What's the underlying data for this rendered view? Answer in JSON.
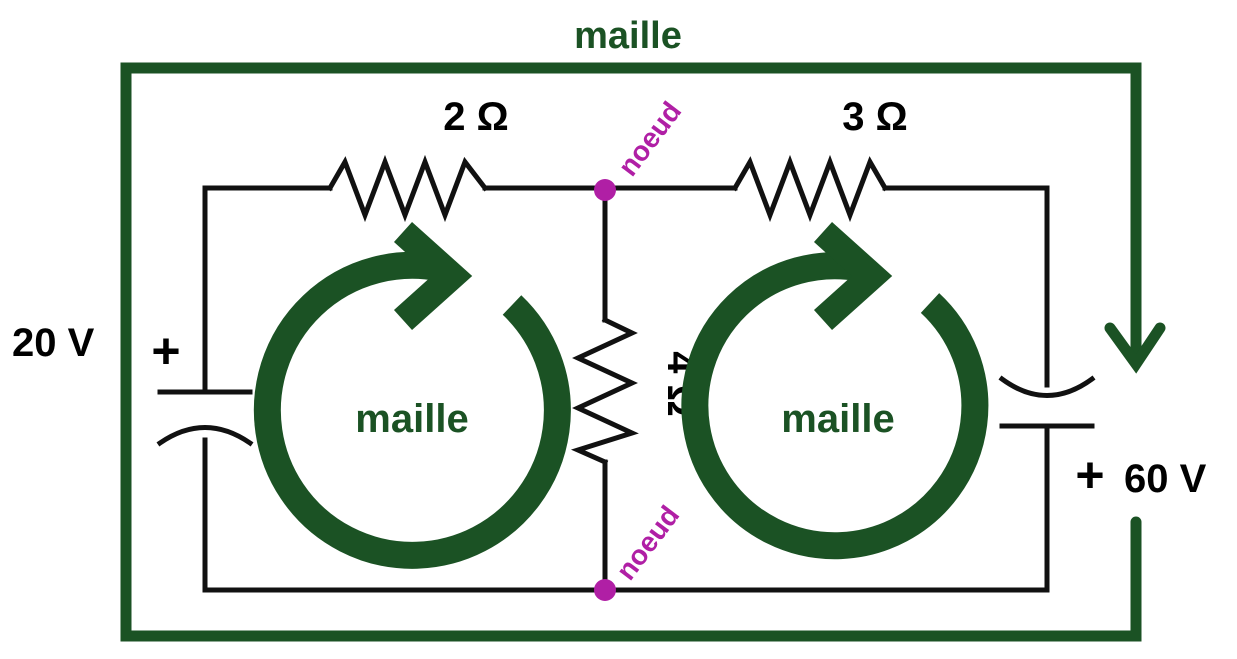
{
  "labels": {
    "outer_loop": "maille",
    "left_loop": "maille",
    "right_loop": "maille",
    "node_top": "noeud",
    "node_bottom": "noeud"
  },
  "components": {
    "resistor_top_left": "2 Ω",
    "resistor_top_right": "3 Ω",
    "resistor_middle": "4 Ω",
    "source_left": "20 V",
    "source_left_plus": "+",
    "source_right": "60 V",
    "source_right_plus": "+"
  },
  "colors": {
    "loop": "#1b5224",
    "node": "#b01fa5",
    "wire": "#111111"
  }
}
